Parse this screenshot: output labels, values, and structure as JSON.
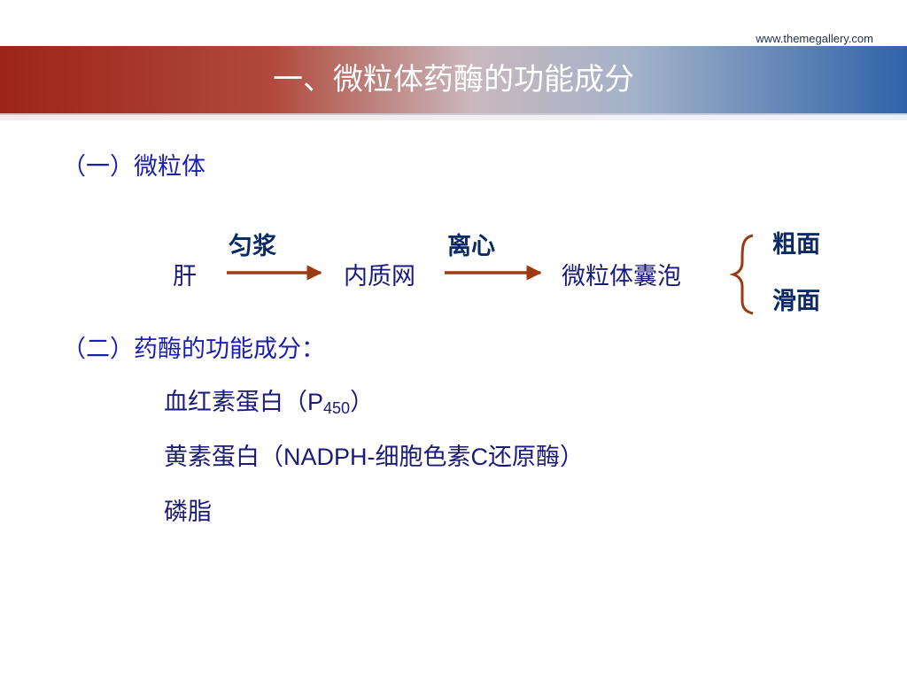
{
  "header": {
    "site_url": "www.themegallery.com",
    "title": "一、微粒体药酶的功能成分"
  },
  "section1": {
    "heading": "（一）微粒体",
    "flow": {
      "start": "肝",
      "arrow1_label": "匀浆",
      "middle": "内质网",
      "arrow2_label": "离心",
      "end": "微粒体囊泡",
      "branches": [
        "粗面",
        "滑面"
      ]
    }
  },
  "section2": {
    "heading": "（二）药酶的功能成分：",
    "items": {
      "item1_prefix": "血红素蛋白（",
      "item1_p": "P",
      "item1_sub": "450",
      "item1_suffix": "）",
      "item2_prefix": "黄素蛋白（",
      "item2_latin": "NADPH-",
      "item2_mid": "细胞色素",
      "item2_c": "C",
      "item2_suffix": "还原酶）",
      "item3": "磷脂"
    }
  },
  "colors": {
    "heading": "#1a1fb0",
    "arrow": "#9c3a12",
    "bar_left": "#9c2418",
    "bar_right": "#2f63a8"
  }
}
